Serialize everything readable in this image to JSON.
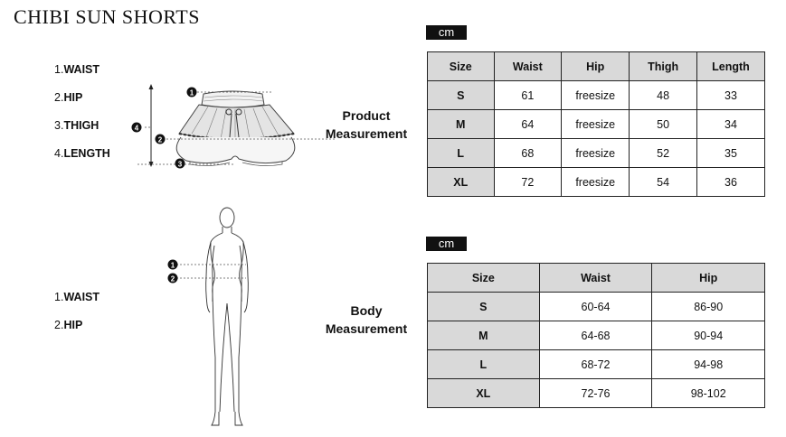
{
  "title": "CHIBI SUN SHORTS",
  "product": {
    "legend": [
      {
        "num": "1.",
        "label": "WAIST"
      },
      {
        "num": "2.",
        "label": "HIP"
      },
      {
        "num": "3.",
        "label": "THIGH"
      },
      {
        "num": "4.",
        "label": "LENGTH"
      }
    ],
    "section_label_line1": "Product",
    "section_label_line2": "Measurement",
    "unit": "cm",
    "headers": [
      "Size",
      "Waist",
      "Hip",
      "Thigh",
      "Length"
    ],
    "rows": [
      [
        "S",
        "61",
        "freesize",
        "48",
        "33"
      ],
      [
        "M",
        "64",
        "freesize",
        "50",
        "34"
      ],
      [
        "L",
        "68",
        "freesize",
        "52",
        "35"
      ],
      [
        "XL",
        "72",
        "freesize",
        "54",
        "36"
      ]
    ],
    "markers": [
      "1",
      "2",
      "3",
      "4"
    ]
  },
  "body": {
    "legend": [
      {
        "num": "1.",
        "label": "WAIST"
      },
      {
        "num": "2.",
        "label": "HIP"
      }
    ],
    "section_label_line1": "Body",
    "section_label_line2": "Measurement",
    "unit": "cm",
    "headers": [
      "Size",
      "Waist",
      "Hip"
    ],
    "rows": [
      [
        "S",
        "60-64",
        "86-90"
      ],
      [
        "M",
        "64-68",
        "90-94"
      ],
      [
        "L",
        "68-72",
        "94-98"
      ],
      [
        "XL",
        "72-76",
        "98-102"
      ]
    ],
    "markers": [
      "1",
      "2"
    ]
  }
}
